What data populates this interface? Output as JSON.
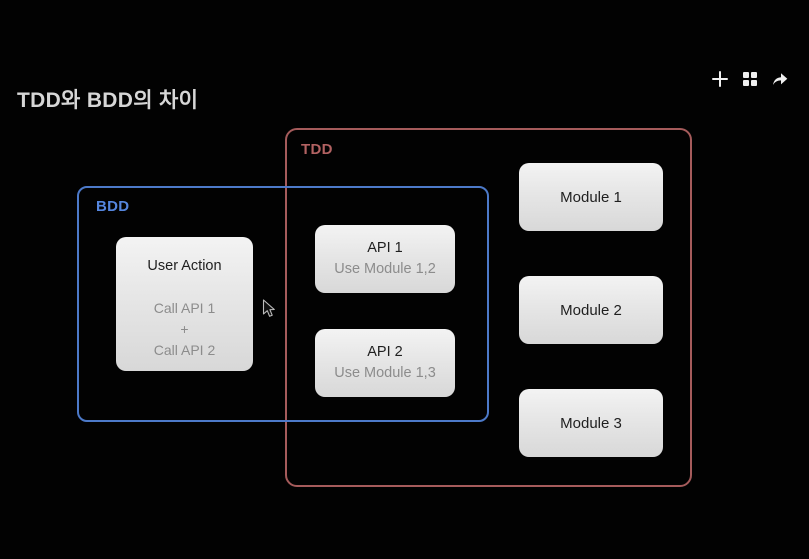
{
  "slide": {
    "title": "TDD와 BDD의 차이"
  },
  "toolbar": {
    "icons": [
      {
        "name": "plus-icon"
      },
      {
        "name": "grid-icon"
      },
      {
        "name": "share-icon"
      }
    ]
  },
  "colors": {
    "background": "#020202",
    "title_text": "#d6d6d6",
    "tdd_accent": "#a55b5b",
    "tdd_label_text": "#b26262",
    "bdd_accent": "#4c79c8",
    "bdd_label_text": "#5586de",
    "node_background": "#e6e6e6",
    "node_text_primary": "#1f1f1f",
    "node_text_secondary": "#8c8c8c"
  },
  "diagram": {
    "tdd": {
      "label": "TDD"
    },
    "bdd": {
      "label": "BDD"
    },
    "user_action": {
      "title": "User Action",
      "lines": [
        "Call API 1",
        "+",
        "Call API 2"
      ]
    },
    "apis": [
      {
        "title": "API 1",
        "subtitle": "Use Module 1,2"
      },
      {
        "title": "API 2",
        "subtitle": "Use Module 1,3"
      }
    ],
    "modules": [
      {
        "label": "Module 1"
      },
      {
        "label": "Module 2"
      },
      {
        "label": "Module 3"
      }
    ]
  }
}
